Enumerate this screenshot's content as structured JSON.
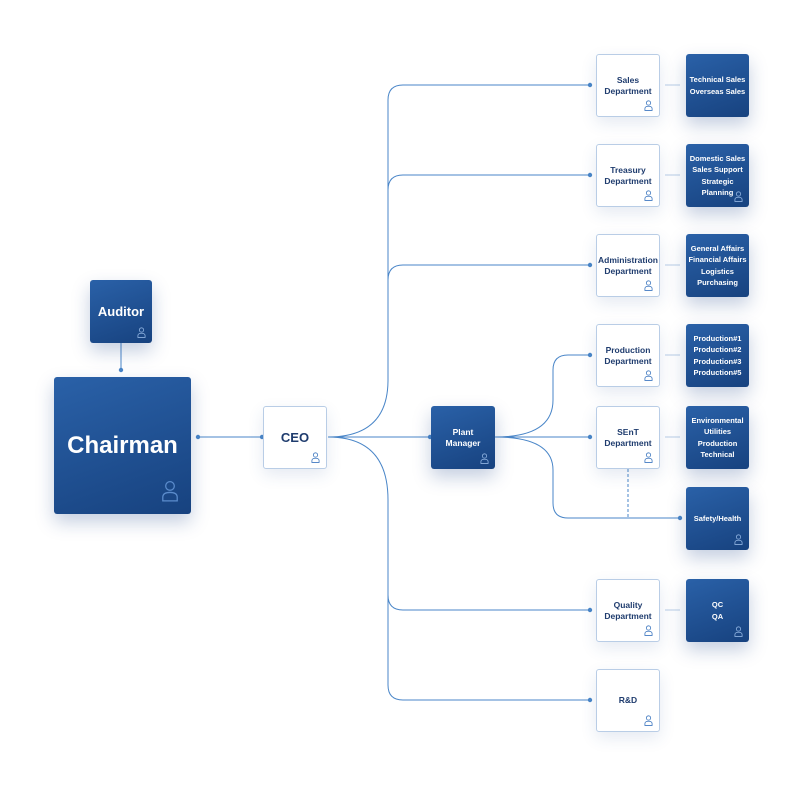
{
  "nodes": {
    "auditor": "Auditor",
    "chairman": "Chairman",
    "ceo": "CEO",
    "plant_manager": "Plant\nManager",
    "sales": "Sales\nDepartment",
    "sales_sub": "Technical Sales\nOverseas Sales",
    "treasury": "Treasury\nDepartment",
    "treasury_sub": "Domestic Sales\nSales Support\nStrategic Planning",
    "admin": "Administration\nDepartment",
    "admin_sub": "General Affairs\nFinancial Affairs\nLogistics\nPurchasing",
    "production": "Production\nDepartment",
    "production_sub": "Production#1\nProduction#2\nProduction#3\nProduction#5",
    "sent": "SEnT\nDepartment",
    "sent_sub": "Environmental\nUtilities\nProduction\nTechnical",
    "safety": "Safety/Health",
    "quality": "Quality\nDepartment",
    "quality_sub": "QC\nQA",
    "rnd": "R&D"
  },
  "colors": {
    "line": "#4a86c8",
    "dark_box": "#1f4f92",
    "light_border": "#b9cde6",
    "text_dark": "#1f3c6e"
  },
  "icon": "person-icon"
}
